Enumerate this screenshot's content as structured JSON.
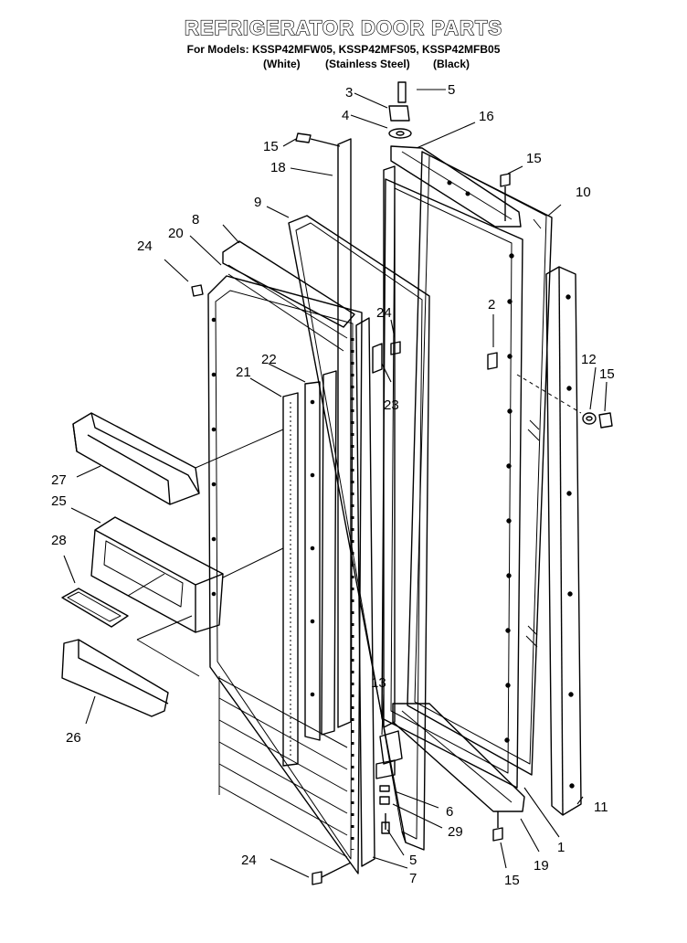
{
  "header": {
    "title": "REFRIGERATOR DOOR PARTS",
    "models": "For Models: KSSP42MFW05, KSSP42MFS05, KSSP42MFB05",
    "variants": [
      "(White)",
      "(Stainless Steel)",
      "(Black)"
    ]
  },
  "callouts": [
    "1",
    "2",
    "3",
    "4",
    "5",
    "6",
    "7",
    "8",
    "9",
    "10",
    "11",
    "12",
    "13",
    "15",
    "16",
    "18",
    "19",
    "20",
    "21",
    "22",
    "23",
    "24",
    "25",
    "26",
    "27",
    "28",
    "29"
  ],
  "callout_instances": {
    "c1": "1",
    "c2": "2",
    "c3": "3",
    "c4": "4",
    "c5_top": "5",
    "c5_bottom": "5",
    "c6": "6",
    "c7": "7",
    "c8": "8",
    "c9": "9",
    "c10": "10",
    "c11": "11",
    "c12": "12",
    "c13": "13",
    "c15_left": "15",
    "c15_top": "15",
    "c15_right": "15",
    "c15_bottom": "15",
    "c16": "16",
    "c18": "18",
    "c19": "19",
    "c20": "20",
    "c21": "21",
    "c22": "22",
    "c23": "23",
    "c24_left": "24",
    "c24_mid": "24",
    "c24_bottom": "24",
    "c25": "25",
    "c26": "26",
    "c27": "27",
    "c28": "28",
    "c29": "29"
  }
}
